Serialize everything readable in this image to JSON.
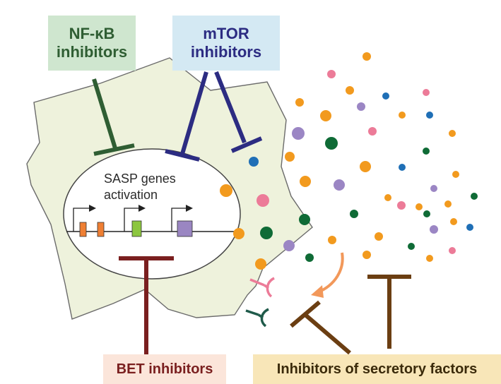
{
  "labels": {
    "nfkb": {
      "line1": "NF-κB",
      "line2": "inhibitors"
    },
    "mtor": {
      "line1": "mTOR",
      "line2": "inhibitors"
    },
    "nucleus": {
      "line1": "SASP genes",
      "line2": "activation"
    },
    "bet": "BET inhibitors",
    "secretory": "Inhibitors of secretory factors"
  },
  "colors": {
    "cell_fill": "#eef2dc",
    "nfkb": "#2f5e33",
    "mtor": "#2c2c82",
    "bet": "#7a1f1f",
    "secretory": "#6b3e12",
    "orange": "#f29a1e",
    "pink": "#ec7b98",
    "purple": "#9b86c4",
    "green": "#0f6b36",
    "blue": "#1f6fb6",
    "gene_orange": "#ef7f33",
    "gene_green": "#8cc63f",
    "gene_purple": "#9a86c2"
  }
}
